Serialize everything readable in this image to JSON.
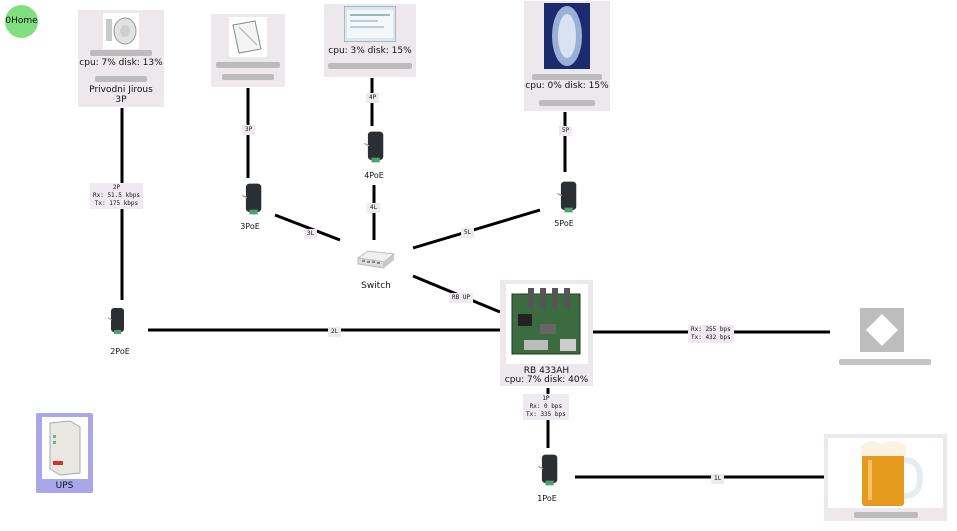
{
  "home": {
    "label": "0Home"
  },
  "nodes": {
    "ap2": {
      "stats": "cpu: 7% disk: 13%",
      "name": "Privodni Jirous",
      "index": "3P"
    },
    "ap3": {
      "stats": ""
    },
    "ap4": {
      "stats": "cpu: 3% disk: 15%"
    },
    "ap5": {
      "stats": "cpu: 0% disk: 15%"
    },
    "router": {
      "name": "RB 433AH",
      "stats": "cpu: 7% disk: 40%"
    },
    "switch": {
      "name": "Switch"
    },
    "ups": {
      "name": "UPS"
    }
  },
  "poe": {
    "p1": "1PoE",
    "p2": "2PoE",
    "p3": "3PoE",
    "p4": "4PoE",
    "p5": "5PoE"
  },
  "links": {
    "l2p": {
      "id": "2P",
      "rx": "Rx: 51.5 kbps",
      "tx": "Tx: 175 kbps"
    },
    "l3p": {
      "id": "3P"
    },
    "l4p": {
      "id": "4P"
    },
    "l5p": {
      "id": "5P"
    },
    "l3l": {
      "id": "3L"
    },
    "l4l": {
      "id": "4L"
    },
    "l5l": {
      "id": "5L"
    },
    "l2l": {
      "id": "2L"
    },
    "rbup": {
      "id": "RB UP"
    },
    "l1p": {
      "id": "1P",
      "rx": "Rx: 0 bps",
      "tx": "Tx: 335 bps"
    },
    "l1l": {
      "id": "1L"
    },
    "right": {
      "rx": "Rx: 255 bps",
      "tx": "Tx: 432 bps"
    }
  }
}
